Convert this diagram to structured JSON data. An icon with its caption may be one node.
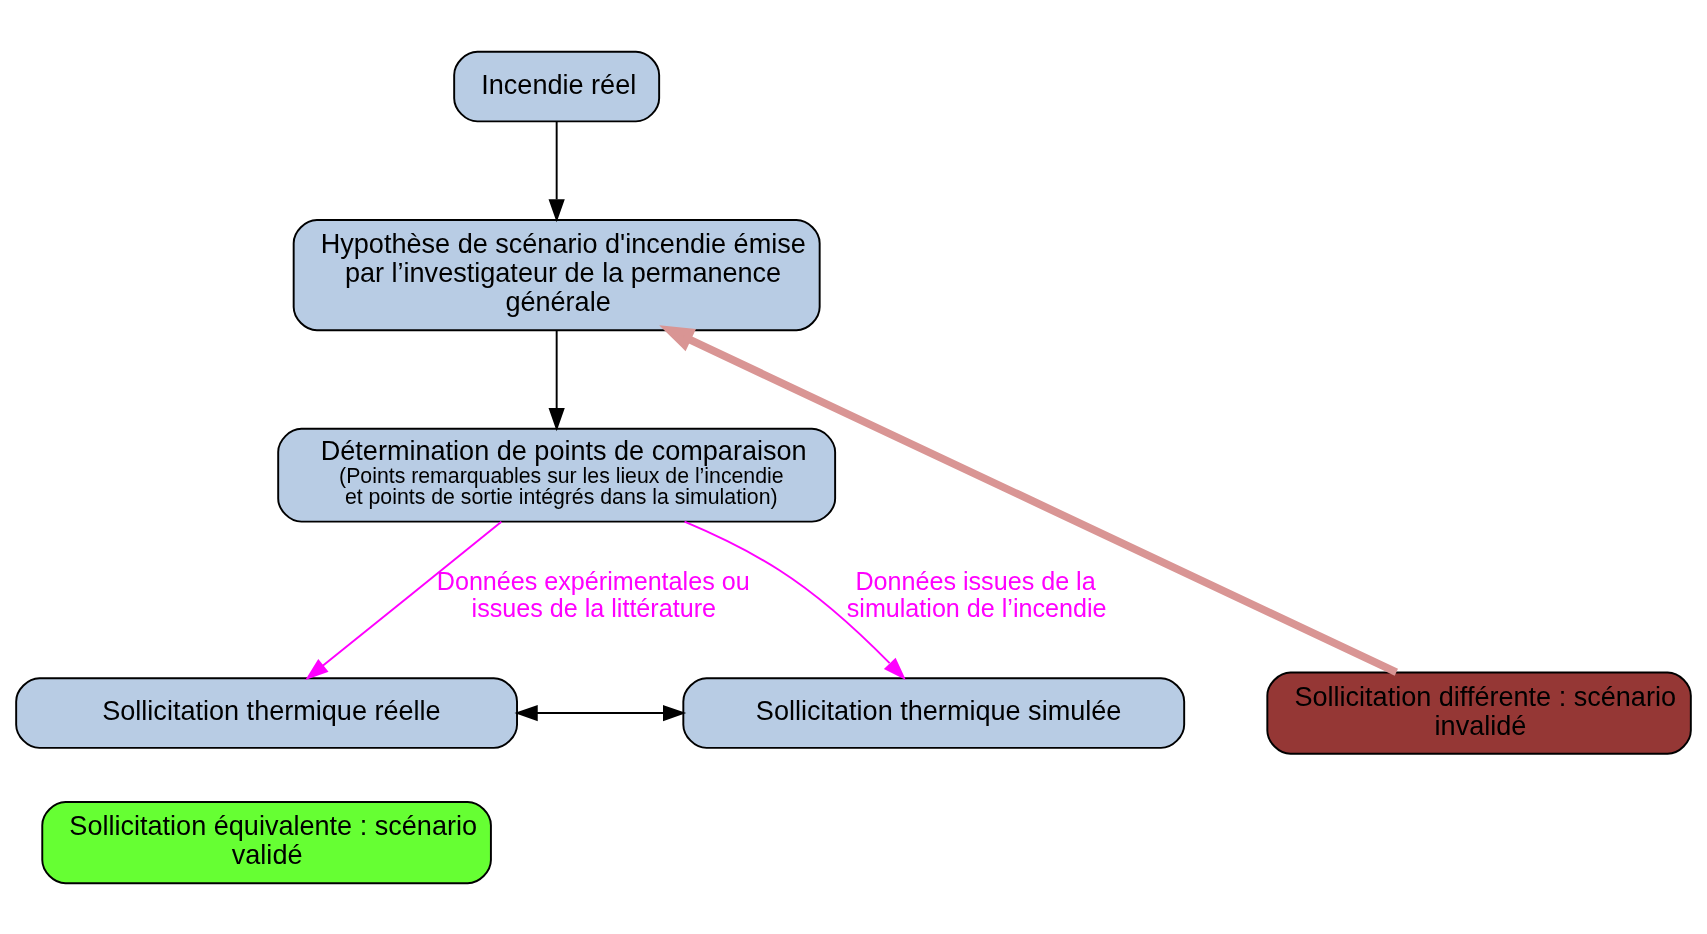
{
  "diagram": {
    "nodes": [
      {
        "text": [
          "Incendie réel"
        ]
      },
      {
        "text": [
          "Hypothèse de scénario d'incendie émise par l’investigateur de la permanence générale"
        ]
      },
      {
        "text": [
          "Détermination de points de comparaison",
          "(Points remarquables sur les lieux de l’incendie et points de sortie intégrés dans la simulation)"
        ]
      },
      {
        "text": [
          "Sollicitation différente : scénario invalidé"
        ]
      },
      {
        "text": [
          "Sollicitation thermique réelle"
        ]
      },
      {
        "text": [
          "Sollicitation thermique simulée"
        ]
      },
      {
        "text": [
          "Sollicitation équivalente : scénario validé"
        ]
      }
    ],
    "edges": [
      {
        "from": 0,
        "to": 1,
        "arrow": "to"
      },
      {
        "from": 1,
        "to": 2,
        "arrow": "to"
      },
      {
        "from": 2,
        "to": 4,
        "arrow": "to",
        "label": "Données expérimentales ou issues de la littérature",
        "color": "#ff00ff"
      },
      {
        "from": 2,
        "to": 5,
        "arrow": "to",
        "label": "Données issues de la simulation de l’incendie",
        "color": "#ff00ff"
      },
      {
        "from": 3,
        "to": 1,
        "arrow": "to",
        "style": "thick",
        "color": "#d99594"
      },
      {
        "from": 4,
        "to": 5,
        "arrow": "both"
      }
    ]
  }
}
